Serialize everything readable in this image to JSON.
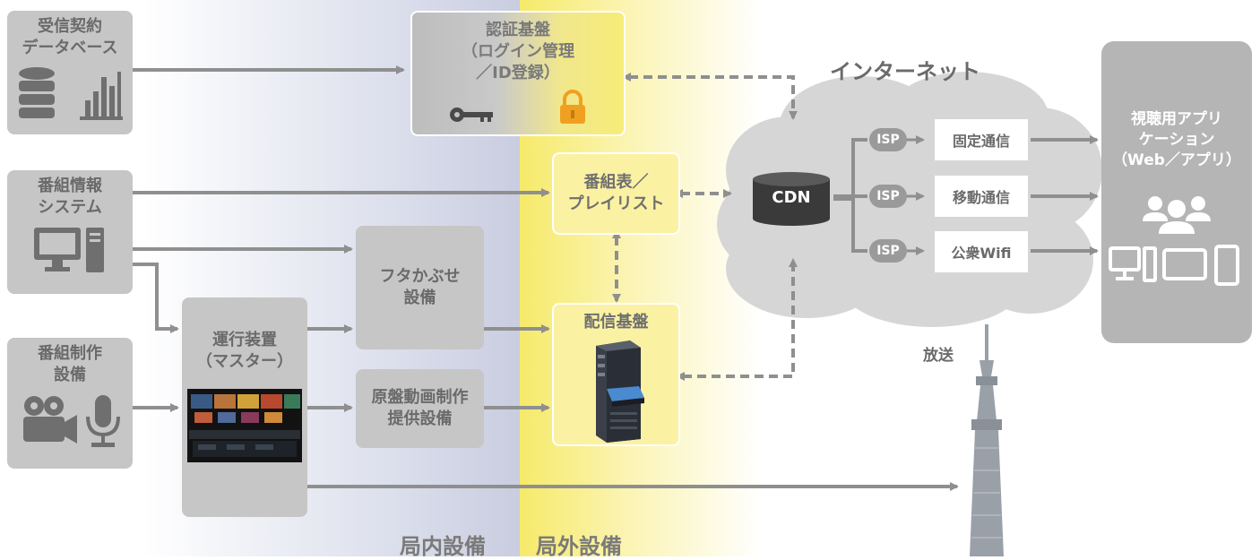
{
  "zones": {
    "internal": "局内設備",
    "external": "局外設備"
  },
  "sources": {
    "contract_db": "受信契約\nデータベース",
    "program_info": "番組情報\nシステム",
    "production": "番組制作\n設備"
  },
  "operation": "運行装置\n（マスター）",
  "futa": "フタかぶせ\n設備",
  "original": "原盤動画制作\n提供設備",
  "auth": "認証基盤\n（ログイン管理\n／ID登録）",
  "schedule": "番組表／\nプレイリスト",
  "delivery": "配信基盤",
  "internet": {
    "title": "インターネット",
    "cdn": "CDN",
    "isp": "ISP",
    "lines": [
      "固定通信",
      "移動通信",
      "公衆Wifi"
    ]
  },
  "viewer": "視聴用アプリ\nケーション\n（Web／アプリ）",
  "broadcast": "放送"
}
